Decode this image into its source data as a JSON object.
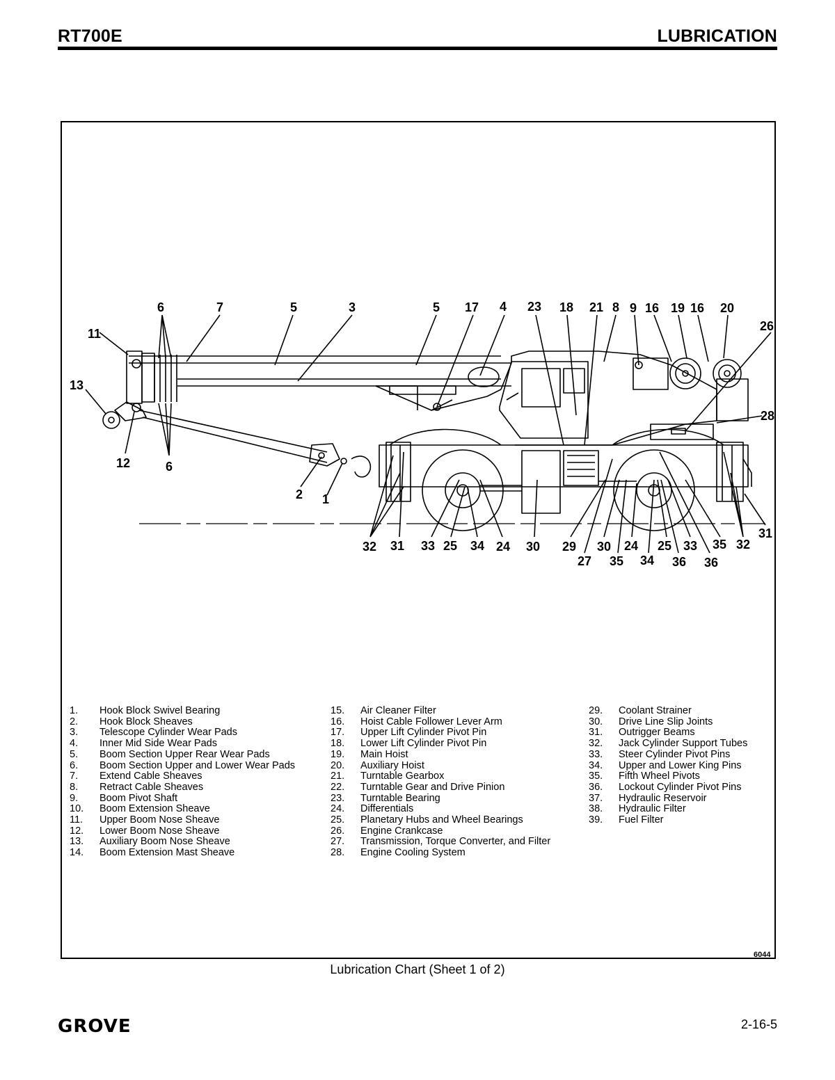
{
  "header": {
    "model": "RT700E",
    "section": "LUBRICATION"
  },
  "callouts": [
    "6",
    "7",
    "5",
    "3",
    "5",
    "17",
    "4",
    "23",
    "18",
    "21",
    "8",
    "9",
    "16",
    "19",
    "16",
    "20",
    "26",
    "11",
    "13",
    "28",
    "12",
    "6",
    "2",
    "1",
    "32",
    "31",
    "33",
    "25",
    "34",
    "24",
    "30",
    "29",
    "30",
    "24",
    "25",
    "33",
    "35",
    "32",
    "31",
    "27",
    "35",
    "34",
    "36",
    "36"
  ],
  "legend": {
    "col1": [
      {
        "n": "1.",
        "t": "Hook Block Swivel Bearing"
      },
      {
        "n": "2.",
        "t": "Hook Block Sheaves"
      },
      {
        "n": "3.",
        "t": "Telescope Cylinder Wear Pads"
      },
      {
        "n": "4.",
        "t": "Inner Mid Side Wear Pads"
      },
      {
        "n": "5.",
        "t": "Boom Section Upper Rear Wear Pads"
      },
      {
        "n": "6.",
        "t": "Boom Section Upper and Lower Wear Pads"
      },
      {
        "n": "7.",
        "t": "Extend Cable Sheaves"
      },
      {
        "n": "8.",
        "t": "Retract Cable Sheaves"
      },
      {
        "n": "9.",
        "t": "Boom Pivot Shaft"
      },
      {
        "n": "10.",
        "t": "Boom Extension Sheave"
      },
      {
        "n": "11.",
        "t": "Upper Boom Nose Sheave"
      },
      {
        "n": "12.",
        "t": "Lower Boom Nose Sheave"
      },
      {
        "n": "13.",
        "t": "Auxiliary Boom Nose Sheave"
      },
      {
        "n": "14.",
        "t": "Boom Extension Mast Sheave"
      }
    ],
    "col2": [
      {
        "n": "15.",
        "t": "Air Cleaner Filter"
      },
      {
        "n": "16.",
        "t": "Hoist Cable Follower Lever Arm"
      },
      {
        "n": "17.",
        "t": "Upper Lift Cylinder Pivot Pin"
      },
      {
        "n": "18.",
        "t": "Lower Lift Cylinder Pivot Pin"
      },
      {
        "n": "19.",
        "t": "Main Hoist"
      },
      {
        "n": "20.",
        "t": "Auxiliary Hoist"
      },
      {
        "n": "21.",
        "t": "Turntable Gearbox"
      },
      {
        "n": "22.",
        "t": "Turntable Gear and Drive Pinion"
      },
      {
        "n": "23.",
        "t": "Turntable Bearing"
      },
      {
        "n": "24.",
        "t": "Differentials"
      },
      {
        "n": "25.",
        "t": "Planetary Hubs and Wheel Bearings"
      },
      {
        "n": "26.",
        "t": "Engine Crankcase"
      },
      {
        "n": "27.",
        "t": "Transmission, Torque Converter, and Filter"
      },
      {
        "n": "28.",
        "t": "Engine Cooling System"
      }
    ],
    "col3": [
      {
        "n": "29.",
        "t": "Coolant Strainer"
      },
      {
        "n": "30.",
        "t": "Drive Line Slip Joints"
      },
      {
        "n": "31.",
        "t": "Outrigger Beams"
      },
      {
        "n": "32.",
        "t": "Jack Cylinder Support Tubes"
      },
      {
        "n": "33.",
        "t": "Steer Cylinder Pivot Pins"
      },
      {
        "n": "34.",
        "t": "Upper and Lower King Pins"
      },
      {
        "n": "35.",
        "t": "Fifth Wheel Pivots"
      },
      {
        "n": "36.",
        "t": "Lockout Cylinder Pivot Pins"
      },
      {
        "n": "37.",
        "t": "Hydraulic Reservoir"
      },
      {
        "n": "38.",
        "t": "Hydraulic Filter"
      },
      {
        "n": "39.",
        "t": "Fuel Filter"
      }
    ]
  },
  "figure_id": "6044",
  "caption": "Lubrication Chart (Sheet 1 of 2)",
  "footer": {
    "brand": "GROVE",
    "page": "2-16-5"
  }
}
